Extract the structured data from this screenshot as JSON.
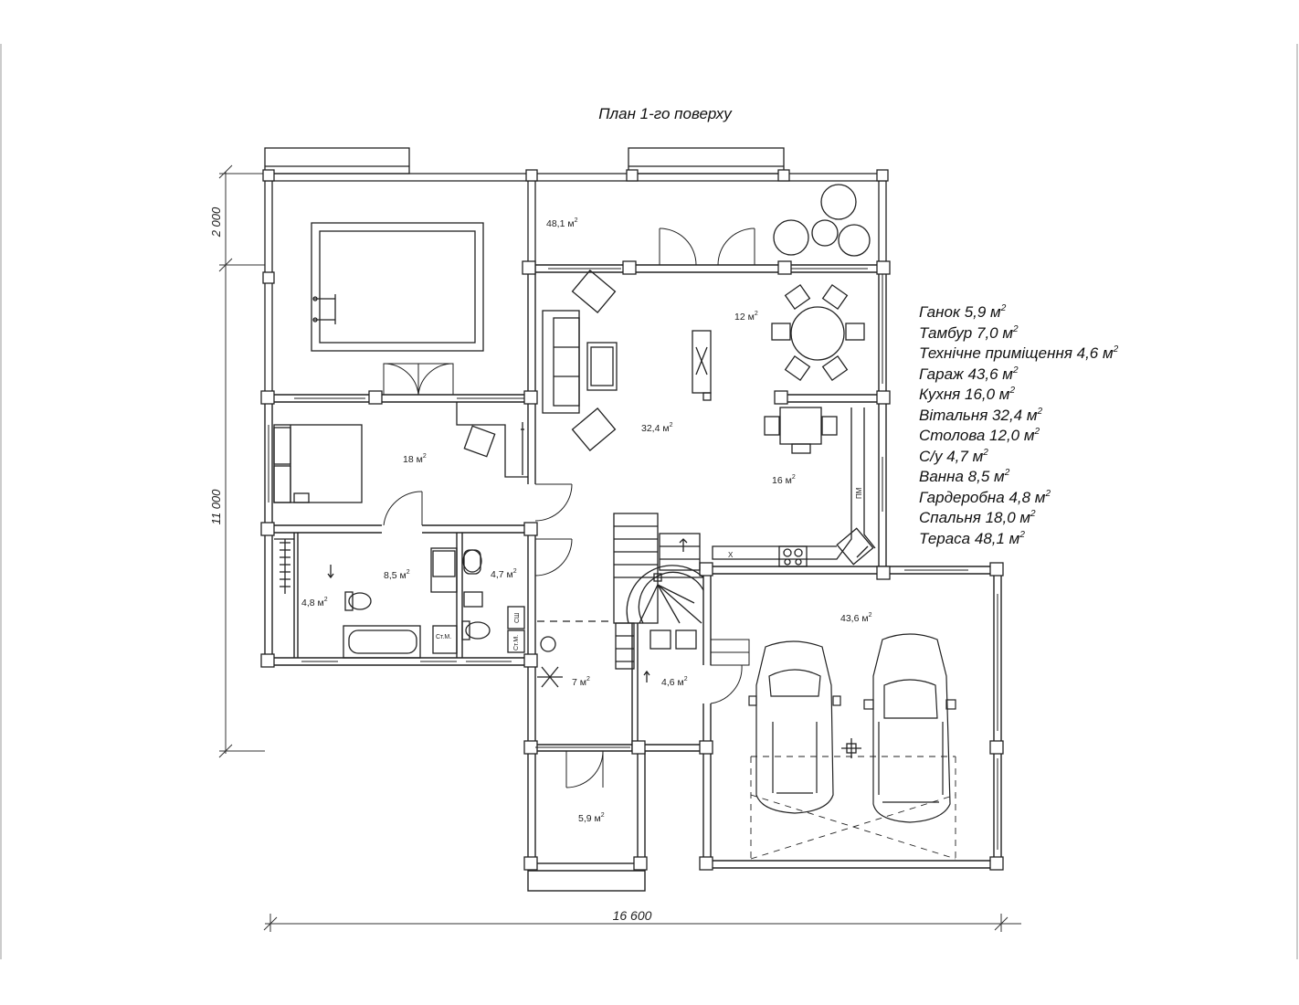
{
  "title": "План 1-го поверху",
  "dimensions": {
    "width_total": "16 600",
    "height_main": "11 000",
    "height_top": "2 000"
  },
  "rooms": {
    "terrace": "48,1 м",
    "dining": "12 м",
    "living": "32,4 м",
    "bedroom": "18 м",
    "kitchen": "16 м",
    "bath": "8,5 м",
    "wc": "4,7 м",
    "wardrobe": "4,8 м",
    "garage": "43,6 м",
    "tambour": "7 м",
    "tech": "4,6 м",
    "porch": "5,9 м"
  },
  "units": {
    "sup": "2"
  },
  "labels": {
    "pm": "ПМ",
    "x": "Х",
    "stm1": "Ст.М.",
    "stm2": "Ст.М.",
    "sh": "СШ"
  },
  "legend": [
    "Ганок 5,9 м",
    "Тамбур 7,0 м",
    "Технічне приміщення 4,6 м",
    "Гараж 43,6 м",
    "Кухня 16,0 м",
    "Вітальня 32,4 м",
    "Столова 12,0 м",
    "С/у 4,7 м",
    "Ванна 8,5 м",
    "Гардеробна 4,8 м",
    "Спальня 18,0 м",
    "Тераса 48,1 м"
  ]
}
